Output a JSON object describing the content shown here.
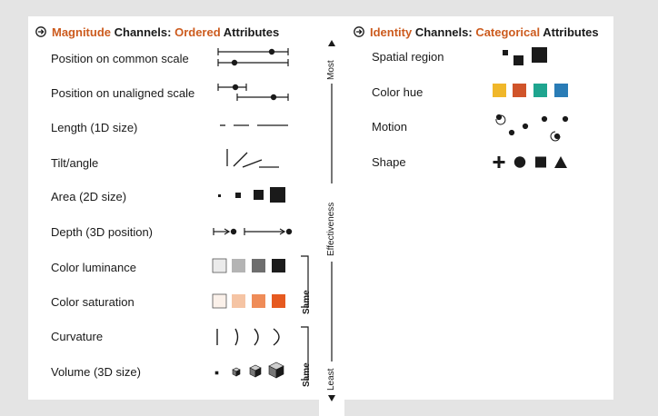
{
  "left_panel": {
    "heading": {
      "part1": "Magnitude",
      "part2": " Channels: ",
      "part3": "Ordered",
      "part4": " Attributes"
    },
    "rows": [
      "Position on common scale",
      "Position on unaligned scale",
      "Length (1D size)",
      "Tilt/angle",
      "Area (2D size)",
      "Depth (3D position)",
      "Color luminance",
      "Color saturation",
      "Curvature",
      "Volume (3D size)"
    ],
    "luminance_swatches": [
      "#ebebeb",
      "#b4b4b4",
      "#6e6e6e",
      "#1c1c1c"
    ],
    "saturation_swatches": [
      "#fbf1ea",
      "#f5c4a4",
      "#ef8c58",
      "#e65a20"
    ],
    "bracket_label": "Same"
  },
  "effectiveness_axis": {
    "label": "Effectiveness",
    "top": "Most",
    "bottom": "Least"
  },
  "right_panel": {
    "heading": {
      "part1": "Identity",
      "part2": " Channels: ",
      "part3": "Categorical",
      "part4": " Attributes"
    },
    "rows": [
      "Spatial region",
      "Color hue",
      "Motion",
      "Shape"
    ],
    "hue_swatches": [
      "#f0b72a",
      "#d0542a",
      "#1fa58f",
      "#2a7cb6"
    ]
  },
  "colors": {
    "accent": "#cc5b1e",
    "background": "#e4e4e4",
    "panel": "#ffffff"
  },
  "icons": [
    "circle-arrow-icon",
    "plus-icon",
    "circle-icon",
    "square-icon",
    "triangle-icon"
  ]
}
